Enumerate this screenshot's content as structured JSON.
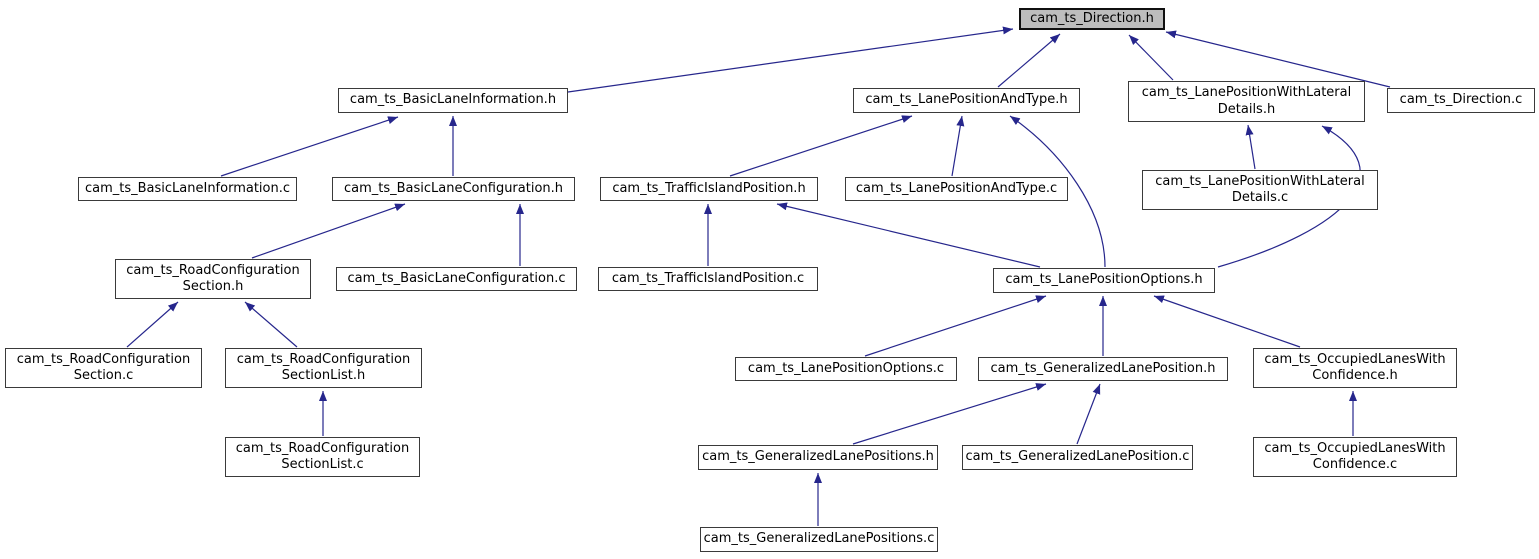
{
  "diagram": {
    "type": "include-dependency-graph",
    "root": "cam_ts_Direction.h",
    "colors": {
      "edge": "#26268c",
      "root_fill": "#bdbdbd",
      "node_fill": "#ffffff",
      "node_border": "#3a3a3a",
      "text": "#000000"
    },
    "nodes": [
      {
        "id": "direction_h",
        "label": "cam_ts_Direction.h"
      },
      {
        "id": "basic_lane_information_h",
        "label": "cam_ts_BasicLaneInformation.h"
      },
      {
        "id": "lane_position_and_type_h",
        "label": "cam_ts_LanePositionAndType.h"
      },
      {
        "id": "lane_position_with_lateral_details_h",
        "label": "cam_ts_LanePositionWithLateral\nDetails.h"
      },
      {
        "id": "direction_c",
        "label": "cam_ts_Direction.c"
      },
      {
        "id": "basic_lane_information_c",
        "label": "cam_ts_BasicLaneInformation.c"
      },
      {
        "id": "basic_lane_configuration_h",
        "label": "cam_ts_BasicLaneConfiguration.h"
      },
      {
        "id": "traffic_island_position_h",
        "label": "cam_ts_TrafficIslandPosition.h"
      },
      {
        "id": "lane_position_and_type_c",
        "label": "cam_ts_LanePositionAndType.c"
      },
      {
        "id": "lane_position_with_lateral_details_c",
        "label": "cam_ts_LanePositionWithLateral\nDetails.c"
      },
      {
        "id": "road_configuration_section_h",
        "label": "cam_ts_RoadConfiguration\nSection.h"
      },
      {
        "id": "basic_lane_configuration_c",
        "label": "cam_ts_BasicLaneConfiguration.c"
      },
      {
        "id": "traffic_island_position_c",
        "label": "cam_ts_TrafficIslandPosition.c"
      },
      {
        "id": "lane_position_options_h",
        "label": "cam_ts_LanePositionOptions.h"
      },
      {
        "id": "road_configuration_section_c",
        "label": "cam_ts_RoadConfiguration\nSection.c"
      },
      {
        "id": "road_configuration_section_list_h",
        "label": "cam_ts_RoadConfiguration\nSectionList.h"
      },
      {
        "id": "lane_position_options_c",
        "label": "cam_ts_LanePositionOptions.c"
      },
      {
        "id": "generalized_lane_position_h",
        "label": "cam_ts_GeneralizedLanePosition.h"
      },
      {
        "id": "occupied_lanes_with_confidence_h",
        "label": "cam_ts_OccupiedLanesWith\nConfidence.h"
      },
      {
        "id": "road_configuration_section_list_c",
        "label": "cam_ts_RoadConfiguration\nSectionList.c"
      },
      {
        "id": "generalized_lane_positions_h",
        "label": "cam_ts_GeneralizedLanePositions.h"
      },
      {
        "id": "generalized_lane_position_c",
        "label": "cam_ts_GeneralizedLanePosition.c"
      },
      {
        "id": "occupied_lanes_with_confidence_c",
        "label": "cam_ts_OccupiedLanesWith\nConfidence.c"
      },
      {
        "id": "generalized_lane_positions_c",
        "label": "cam_ts_GeneralizedLanePositions.c"
      }
    ],
    "edges": [
      {
        "from": "basic_lane_information_h",
        "to": "direction_h"
      },
      {
        "from": "lane_position_and_type_h",
        "to": "direction_h"
      },
      {
        "from": "lane_position_with_lateral_details_h",
        "to": "direction_h"
      },
      {
        "from": "direction_c",
        "to": "direction_h"
      },
      {
        "from": "basic_lane_information_c",
        "to": "basic_lane_information_h"
      },
      {
        "from": "basic_lane_configuration_h",
        "to": "basic_lane_information_h"
      },
      {
        "from": "traffic_island_position_h",
        "to": "lane_position_and_type_h"
      },
      {
        "from": "lane_position_and_type_c",
        "to": "lane_position_and_type_h"
      },
      {
        "from": "lane_position_options_h",
        "to": "lane_position_and_type_h"
      },
      {
        "from": "lane_position_with_lateral_details_c",
        "to": "lane_position_with_lateral_details_h"
      },
      {
        "from": "lane_position_options_h",
        "to": "lane_position_with_lateral_details_h"
      },
      {
        "from": "traffic_island_position_c",
        "to": "traffic_island_position_h"
      },
      {
        "from": "lane_position_options_h",
        "to": "traffic_island_position_h"
      },
      {
        "from": "road_configuration_section_h",
        "to": "basic_lane_configuration_h"
      },
      {
        "from": "basic_lane_configuration_c",
        "to": "basic_lane_configuration_h"
      },
      {
        "from": "road_configuration_section_c",
        "to": "road_configuration_section_h"
      },
      {
        "from": "road_configuration_section_list_h",
        "to": "road_configuration_section_h"
      },
      {
        "from": "road_configuration_section_list_c",
        "to": "road_configuration_section_list_h"
      },
      {
        "from": "lane_position_options_c",
        "to": "lane_position_options_h"
      },
      {
        "from": "generalized_lane_position_h",
        "to": "lane_position_options_h"
      },
      {
        "from": "occupied_lanes_with_confidence_h",
        "to": "lane_position_options_h"
      },
      {
        "from": "generalized_lane_positions_h",
        "to": "generalized_lane_position_h"
      },
      {
        "from": "generalized_lane_position_c",
        "to": "generalized_lane_position_h"
      },
      {
        "from": "generalized_lane_positions_c",
        "to": "generalized_lane_positions_h"
      },
      {
        "from": "occupied_lanes_with_confidence_c",
        "to": "occupied_lanes_with_confidence_h"
      }
    ]
  }
}
